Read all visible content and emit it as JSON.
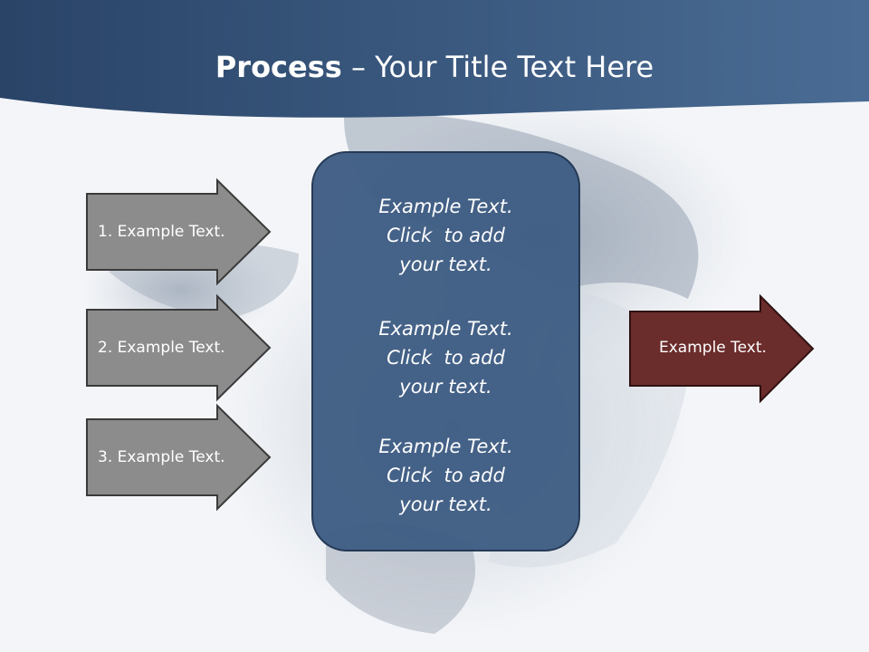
{
  "header": {
    "title_bold": "Process",
    "title_rest": " – Your Title Text Here"
  },
  "inputs": [
    {
      "label": "1. Example Text."
    },
    {
      "label": "2. Example Text."
    },
    {
      "label": "3. Example Text."
    }
  ],
  "center": {
    "blocks": [
      {
        "lines": [
          "Example Text.",
          "Click  to add",
          "your text."
        ]
      },
      {
        "lines": [
          "Example Text.",
          "Click  to add",
          "your text."
        ]
      },
      {
        "lines": [
          "Example Text.",
          "Click  to add",
          "your text."
        ]
      }
    ]
  },
  "output": {
    "label": "Example Text."
  },
  "colors": {
    "header": "#2f4c72",
    "center_box": "#3f5d84",
    "input_arrow": "#8c8c8c",
    "output_arrow": "#6b2c2c"
  }
}
